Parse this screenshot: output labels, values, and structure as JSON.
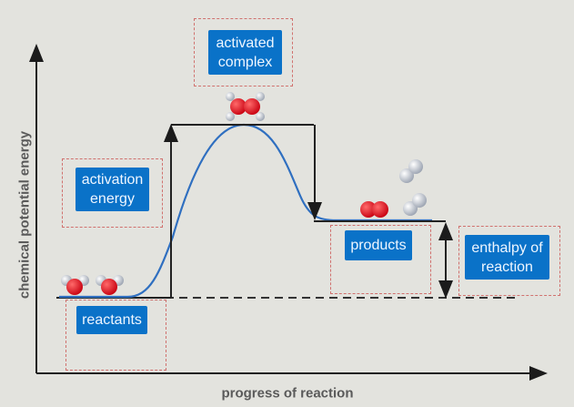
{
  "diagram": {
    "y_axis_label": "chemical potential energy",
    "x_axis_label": "progress of reaction",
    "labels": {
      "activated_complex": "activated complex",
      "activation_energy": "activation energy",
      "reactants": "reactants",
      "products": "products",
      "enthalpy_of_reaction": "enthalpy of reaction"
    },
    "colors": {
      "curve": "#2f6fc0",
      "label_bg": "#0a72c8",
      "dropzone_border": "#d0716e",
      "oxygen": "#e0141c",
      "hydrogen": "#c8ccd4"
    }
  }
}
